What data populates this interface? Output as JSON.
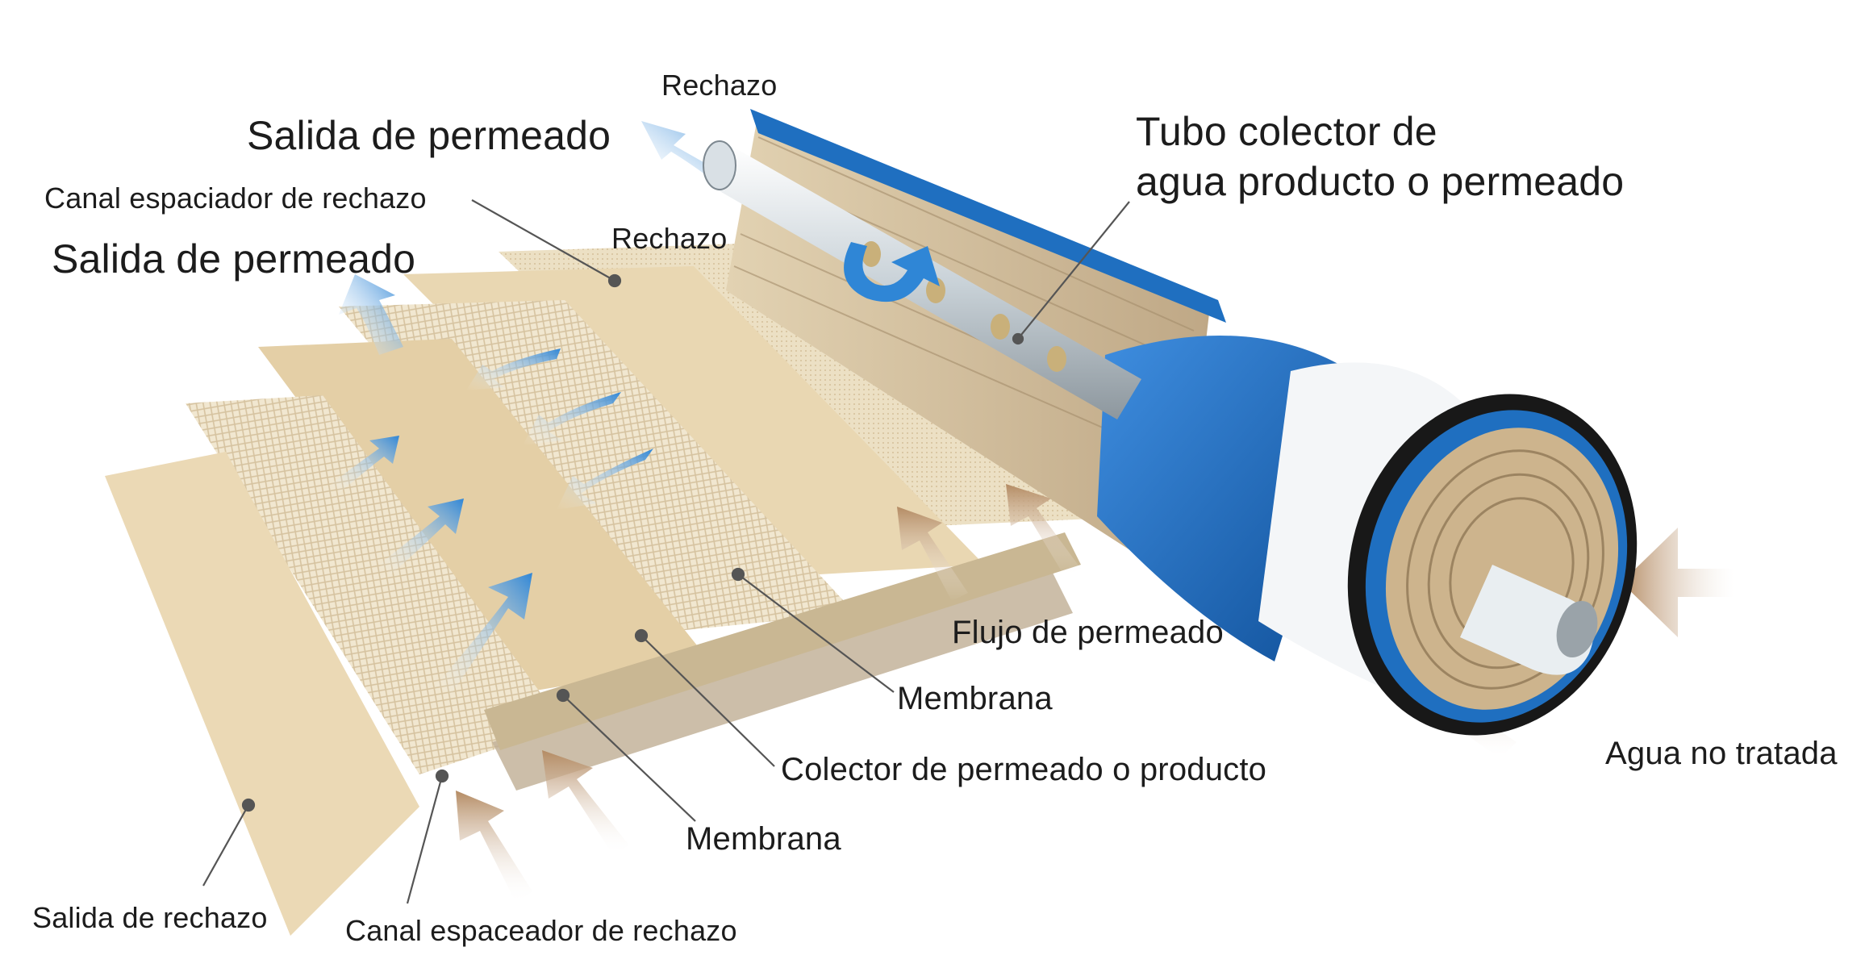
{
  "diagram": {
    "labels": {
      "rechazo_top": "Rechazo",
      "salida_permeado_upper": "Salida de permeado",
      "canal_espaciador_top": "Canal espaciador de rechazo",
      "rechazo_mid": "Rechazo",
      "salida_permeado_lower": "Salida de permeado",
      "tubo_colector_line1": "Tubo colector de",
      "tubo_colector_line2": "agua producto o permeado",
      "flujo_permeado": "Flujo de permeado",
      "membrana_upper": "Membrana",
      "colector_permeado": "Colector de permeado o producto",
      "agua_no_tratada": "Agua no tratada",
      "membrana_lower": "Membrana",
      "salida_rechazo": "Salida de rechazo",
      "canal_espaceador_bottom": "Canal espaceador de rechazo"
    },
    "colors": {
      "sheet_light": "#f0e3c6",
      "sheet_mid": "#e6d3ad",
      "sheet_dark": "#d3bb8e",
      "membrane_blue": "#1f6fc0",
      "arrow_blue": "#2f86d6",
      "feed_arrow": "#b8906a",
      "tube_white": "#eef2f5",
      "leader_line": "#555555"
    }
  }
}
